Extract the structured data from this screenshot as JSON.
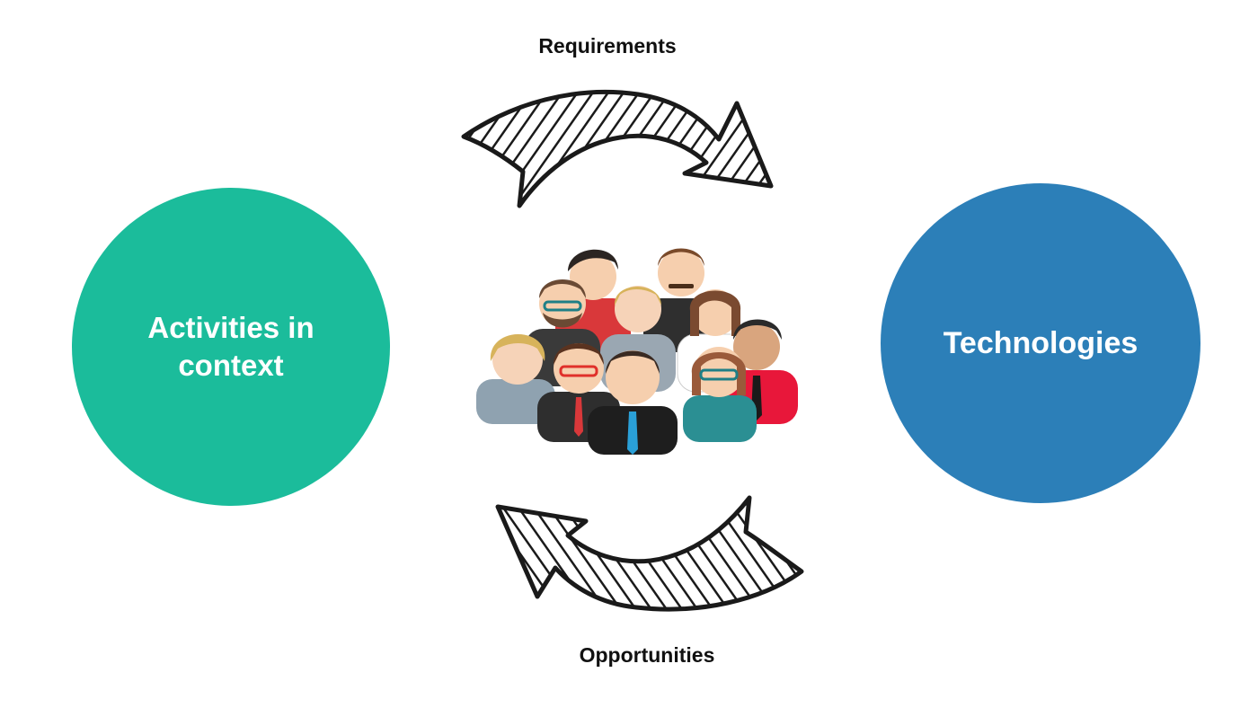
{
  "labels": {
    "top": "Requirements",
    "bottom": "Opportunities"
  },
  "circles": {
    "left": {
      "text": "Activities in context",
      "color": "#1bbc9b"
    },
    "right": {
      "text": "Technologies",
      "color": "#2c7fb8"
    }
  },
  "colors": {
    "arrow_outline": "#1a1a1a",
    "arrow_hatch": "#1a1a1a"
  },
  "icons": {
    "center": "people-group-icon",
    "top_arrow": "curved-arrow-right-icon",
    "bottom_arrow": "curved-arrow-left-icon"
  }
}
